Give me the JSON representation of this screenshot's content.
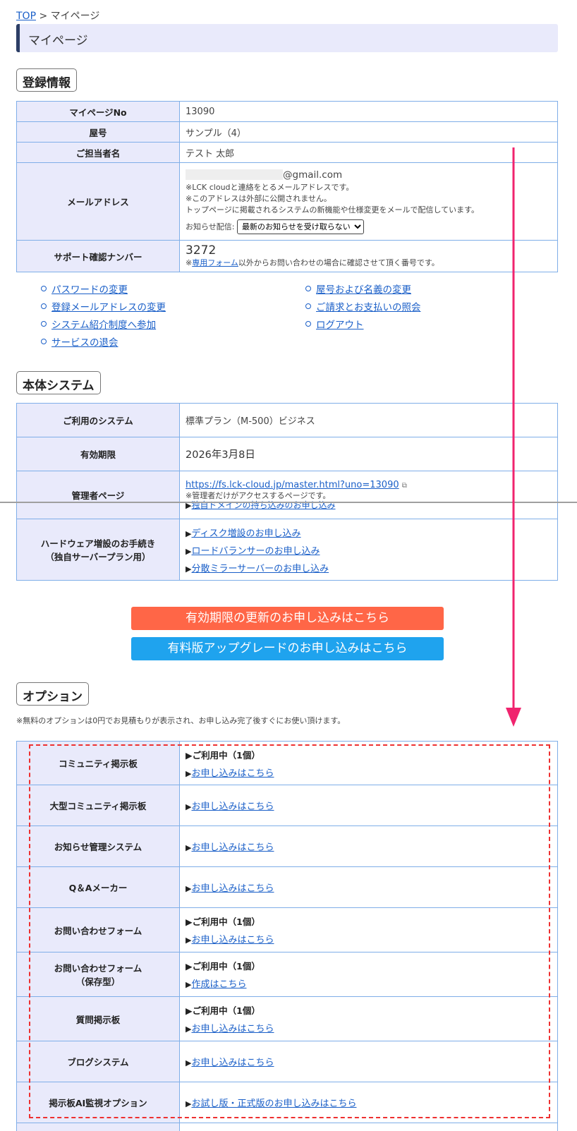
{
  "breadcrumb": {
    "top": "TOP",
    "sep": ">",
    "current": "マイページ"
  },
  "page_title": "マイページ",
  "reg_info": {
    "heading": "登録情報",
    "rows": {
      "mypage_no": {
        "label": "マイページNo",
        "value": "13090"
      },
      "shop_name": {
        "label": "屋号",
        "value": "サンプル（4）"
      },
      "contact_name": {
        "label": "ご担当者名",
        "value": "テスト 太郎"
      },
      "email": {
        "label": "メールアドレス",
        "domain": "@gmail.com",
        "note1": "※LCK cloudと連絡をとるメールアドレスです。",
        "note2": "※このアドレスは外部に公開されません。",
        "note3": "トップページに掲載されるシステムの新機能や仕様変更をメールで配信しています。",
        "notify_label": "お知らせ配信:",
        "notify_selected": "最新のお知らせを受け取らない"
      },
      "support": {
        "label": "サポート確認ナンバー",
        "value": "3272",
        "note_pre": "※",
        "note_link": "専用フォーム",
        "note_post": "以外からお問い合わせの場合に確認させて頂く番号です。"
      }
    }
  },
  "account_links": {
    "left": [
      "パスワードの変更",
      "登録メールアドレスの変更",
      "システム紹介制度へ参加",
      "サービスの退会"
    ],
    "right": [
      "屋号および名義の変更",
      "ご請求とお支払いの照会",
      "ログアウト"
    ]
  },
  "system": {
    "heading": "本体システム",
    "rows": {
      "plan": {
        "label": "ご利用のシステム",
        "value": "標準プラン（M-500）ビジネス"
      },
      "expiry": {
        "label": "有効期限",
        "value": "2026年3月8日"
      },
      "admin": {
        "label": "管理者ページ",
        "url": "https://fs.lck-cloud.jp/master.html?uno=13090",
        "note": "※管理者だけがアクセスするページです。",
        "domain_link": "独自ドメインの持ち込みのお申し込み"
      },
      "hardware": {
        "label1": "ハードウェア増設のお手続き",
        "label2": "（独自サーバープラン用）",
        "links": [
          "ディスク増設のお申し込み",
          "ロードバランサーのお申し込み",
          "分散ミラーサーバーのお申し込み"
        ]
      }
    }
  },
  "cta": {
    "renew": "有効期限の更新のお申し込みはこちら",
    "upgrade": "有料版アップグレードのお申し込みはこちら"
  },
  "options": {
    "heading": "オプション",
    "note": "※無料のオプションは0円でお見積もりが表示され、お申し込み完了後すぐにお使い頂けます。",
    "rows": [
      {
        "label": "コミュニティ掲示板",
        "status": "ご利用中（1個）",
        "link": "お申し込みはこちら"
      },
      {
        "label": "大型コミュニティ掲示板",
        "link": "お申し込みはこちら"
      },
      {
        "label": "お知らせ管理システム",
        "link": "お申し込みはこちら"
      },
      {
        "label": "Q＆Aメーカー",
        "link": "お申し込みはこちら"
      },
      {
        "label": "お問い合わせフォーム",
        "status": "ご利用中（1個）",
        "link": "お申し込みはこちら"
      },
      {
        "label": "お問い合わせフォーム",
        "label2": "（保存型）",
        "status": "ご利用中（1個）",
        "link": "作成はこちら"
      },
      {
        "label": "質問掲示板",
        "status": "ご利用中（1個）",
        "link": "お申し込みはこちら"
      },
      {
        "label": "ブログシステム",
        "link": "お申し込みはこちら"
      },
      {
        "label": "掲示板AI監視オプション",
        "link": "お試し版・正式版のお申し込みはこちら"
      }
    ]
  },
  "colors": {
    "renew": "#ff6647",
    "upgrade": "#1fa3ee",
    "arrow": "#f0246e",
    "dash": "#ee3030"
  }
}
